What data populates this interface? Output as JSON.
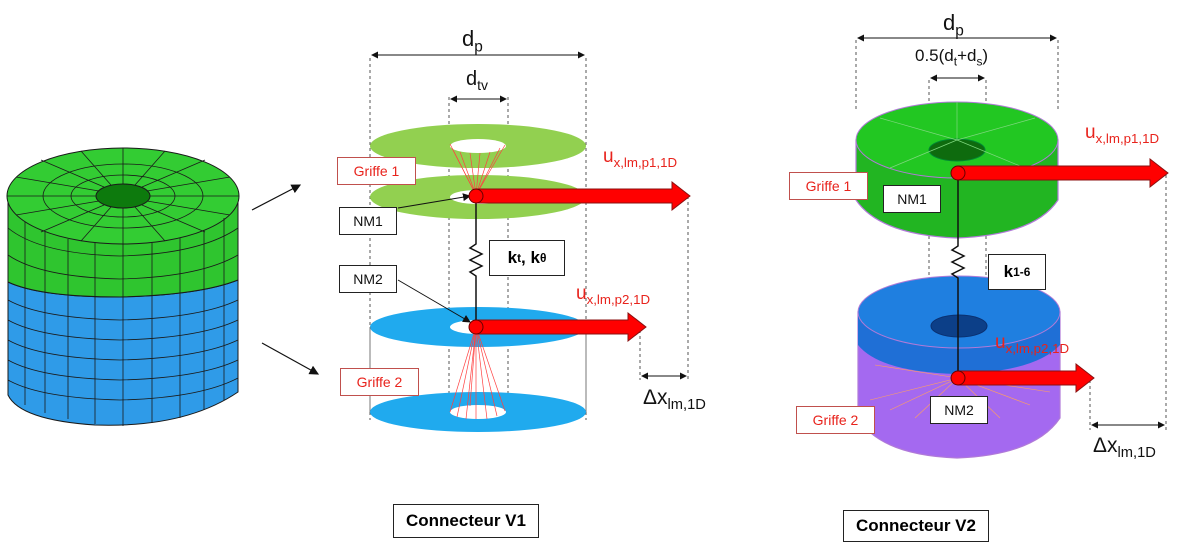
{
  "left_model": {
    "colors": {
      "top_green": "#33cc33",
      "bottom_blue": "#2f9be8",
      "mesh_line": "#1a1a1a"
    }
  },
  "v1": {
    "dim_dp": {
      "main": "d",
      "sub": "p"
    },
    "dim_dtv": {
      "main": "d",
      "sub": "tv"
    },
    "griffe1": "Griffe 1",
    "griffe2": "Griffe 2",
    "nm1": "NM1",
    "nm2": "NM2",
    "spring_label": {
      "k1": "k",
      "k1_sub": "t",
      "sep": ", ",
      "k2": "k",
      "k2_sub": "θ"
    },
    "u_top": {
      "main": "u",
      "sub": "x,lm,p1,1D"
    },
    "u_bottom": {
      "main": "u",
      "sub": "x,lm,p2,1D"
    },
    "delta": {
      "main": "Δx",
      "sub": "lm,1D"
    },
    "title": "Connecteur V1",
    "colors": {
      "green_disc": "#92d050",
      "blue_disc": "#20aaee",
      "arrow": "#ff0000",
      "node": "#ff0000"
    }
  },
  "v2": {
    "dim_dp": {
      "main": "d",
      "sub": "p"
    },
    "dim_half": {
      "pre": "0.5(d",
      "s1": "t",
      "mid": "+d",
      "s2": "s",
      "post": ")"
    },
    "griffe1": "Griffe 1",
    "griffe2": "Griffe 2",
    "nm1": "NM1",
    "nm2": "NM2",
    "spring_label": {
      "k": "k",
      "sub": "1-6"
    },
    "u_top": {
      "main": "u",
      "sub": "x,lm,p1,1D"
    },
    "u_bottom": {
      "main": "u",
      "sub": "x,lm,p2,1D"
    },
    "delta": {
      "main": "Δx",
      "sub": "lm,1D"
    },
    "title": "Connecteur V2",
    "colors": {
      "green_top": "#22c722",
      "blue_top": "#1f7fe0",
      "purple_side": "#a469f0"
    }
  }
}
